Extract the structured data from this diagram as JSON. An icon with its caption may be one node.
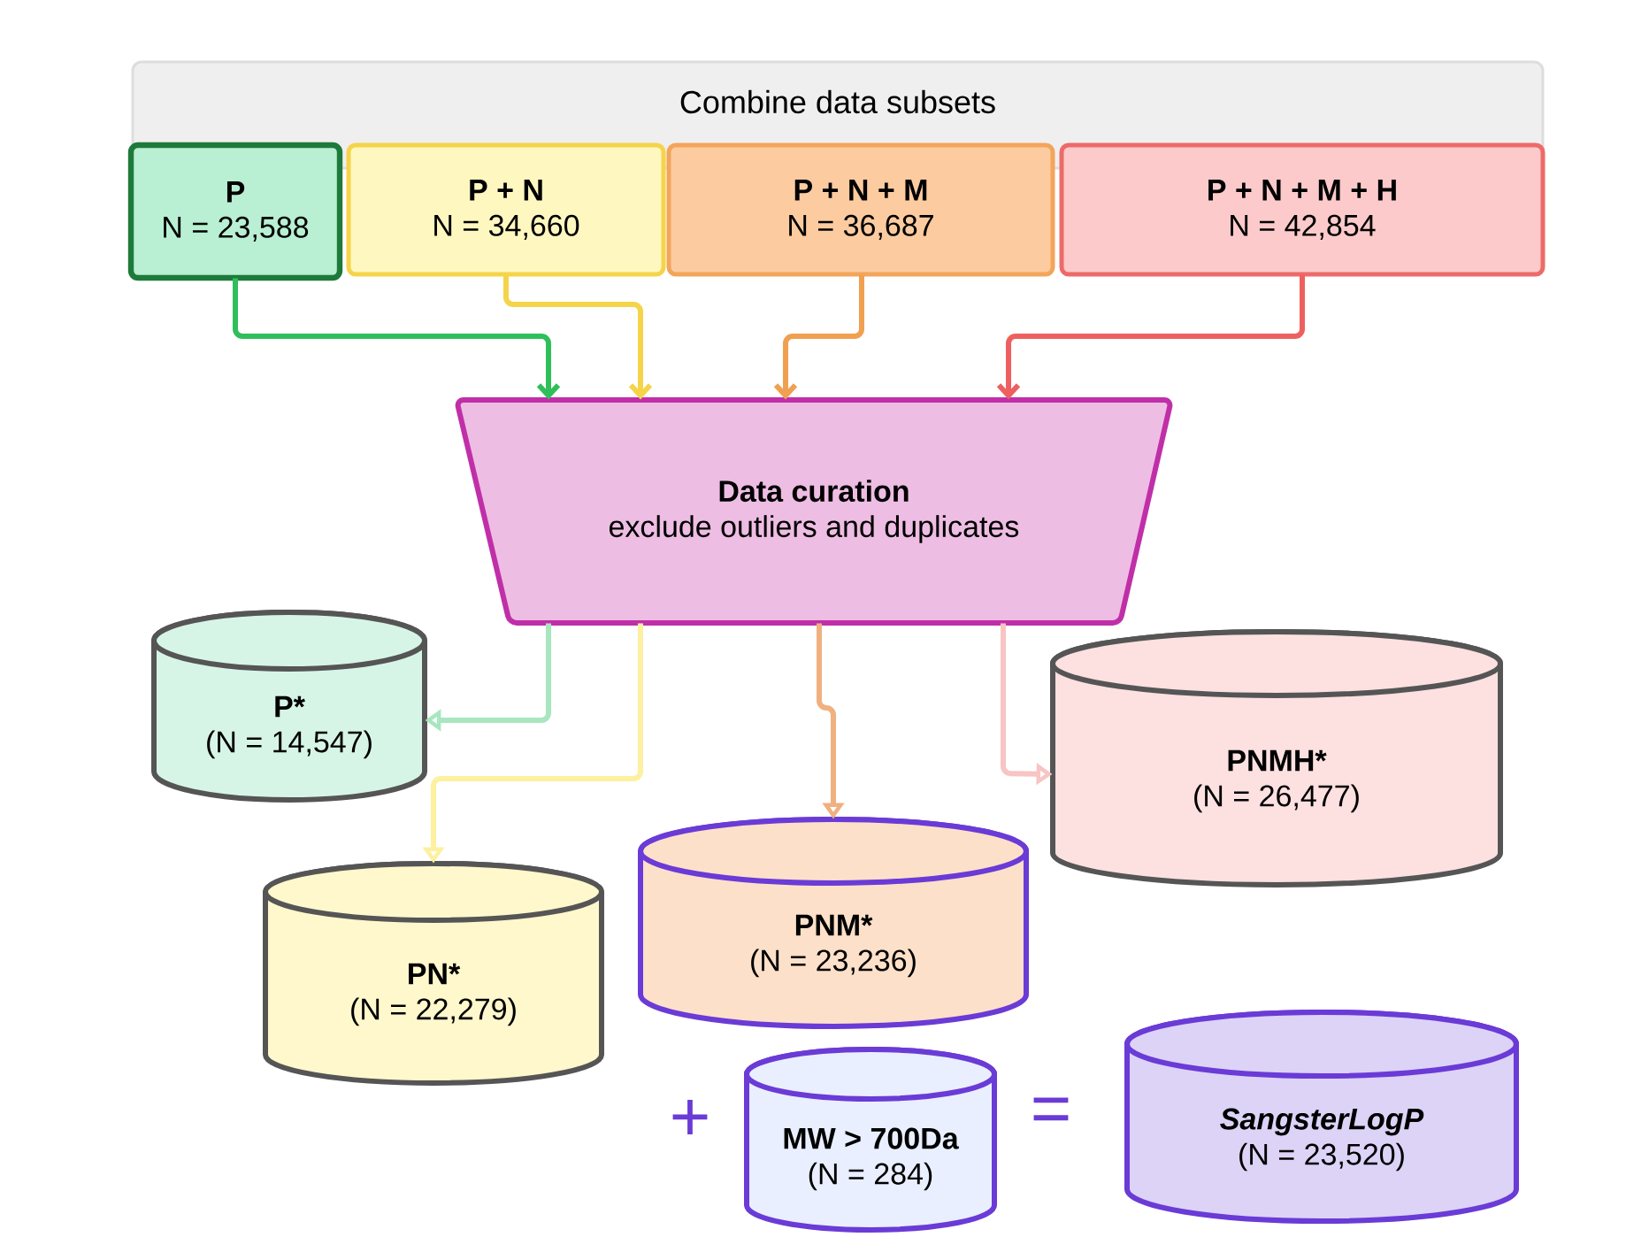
{
  "diagram": {
    "nodes": [
      {
        "text": [
          "Combine data subsets"
        ]
      },
      {
        "text": [
          "P",
          "N = 23,588"
        ]
      },
      {
        "text": [
          "P + N",
          "N = 34,660"
        ]
      },
      {
        "text": [
          "P + N + M",
          "N = 36,687"
        ]
      },
      {
        "text": [
          "P + N + M + H",
          "N = 42,854"
        ]
      },
      {
        "text": [
          "Data curation",
          "exclude outliers and duplicates"
        ]
      },
      {
        "text": [
          "P*",
          "(N = 14,547)"
        ]
      },
      {
        "text": [
          "PN*",
          "(N = 22,279)"
        ]
      },
      {
        "text": [
          "PNM*",
          "(N = 23,236)"
        ]
      },
      {
        "text": [
          "PNMH*",
          "(N = 26,477)"
        ]
      },
      {
        "text": [
          "MW > 700Da",
          "(N = 284)"
        ]
      },
      {
        "text": [
          "SangsterLogP",
          "(N = 23,520)"
        ]
      }
    ],
    "edges": [
      {
        "from": 1,
        "to": 5,
        "arrow": "to",
        "color": "#2fbf5a"
      },
      {
        "from": 2,
        "to": 5,
        "arrow": "to",
        "color": "#f5d44a"
      },
      {
        "from": 3,
        "to": 5,
        "arrow": "to",
        "color": "#f0a050"
      },
      {
        "from": 4,
        "to": 5,
        "arrow": "to",
        "color": "#ee6060"
      },
      {
        "from": 5,
        "to": 6,
        "arrow": "to",
        "color": "#a8e6bf"
      },
      {
        "from": 5,
        "to": 7,
        "arrow": "to",
        "color": "#fdf0a0"
      },
      {
        "from": 5,
        "to": 8,
        "arrow": "to",
        "color": "#f0b080"
      },
      {
        "from": 5,
        "to": 9,
        "arrow": "to",
        "color": "#f8c4c4"
      }
    ],
    "labels": [
      "+",
      "="
    ]
  }
}
